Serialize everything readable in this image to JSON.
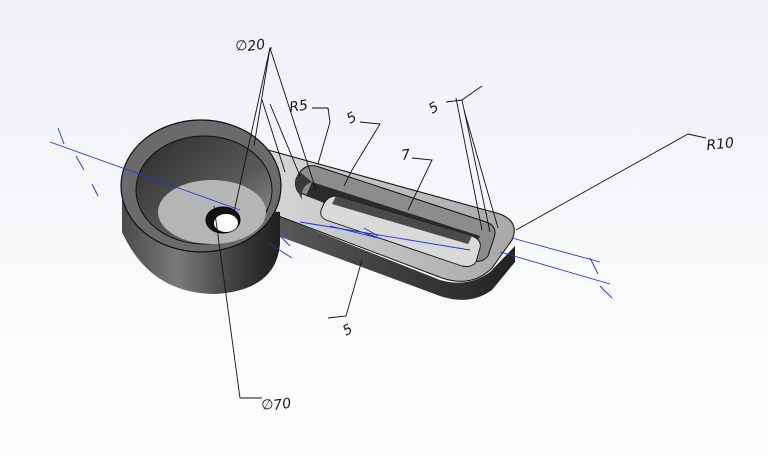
{
  "dimensions": {
    "hole_diameter": "20",
    "outer_diameter": "70",
    "slot_radius": "R5",
    "wall_top": "5",
    "wall_bottom": "5",
    "slot_inner": "7",
    "end_wall": "5",
    "end_radius": "R10"
  },
  "symbols": {
    "diameter": "∅"
  },
  "colors": {
    "background_top": "#f4f5f8",
    "background_bottom": "#ffffff",
    "dimension_black": "#111111",
    "dimension_blue": "#1f33d8",
    "part_dark": "#2e2e2e",
    "part_mid": "#6b6b6b",
    "part_light": "#bdbdbd"
  }
}
